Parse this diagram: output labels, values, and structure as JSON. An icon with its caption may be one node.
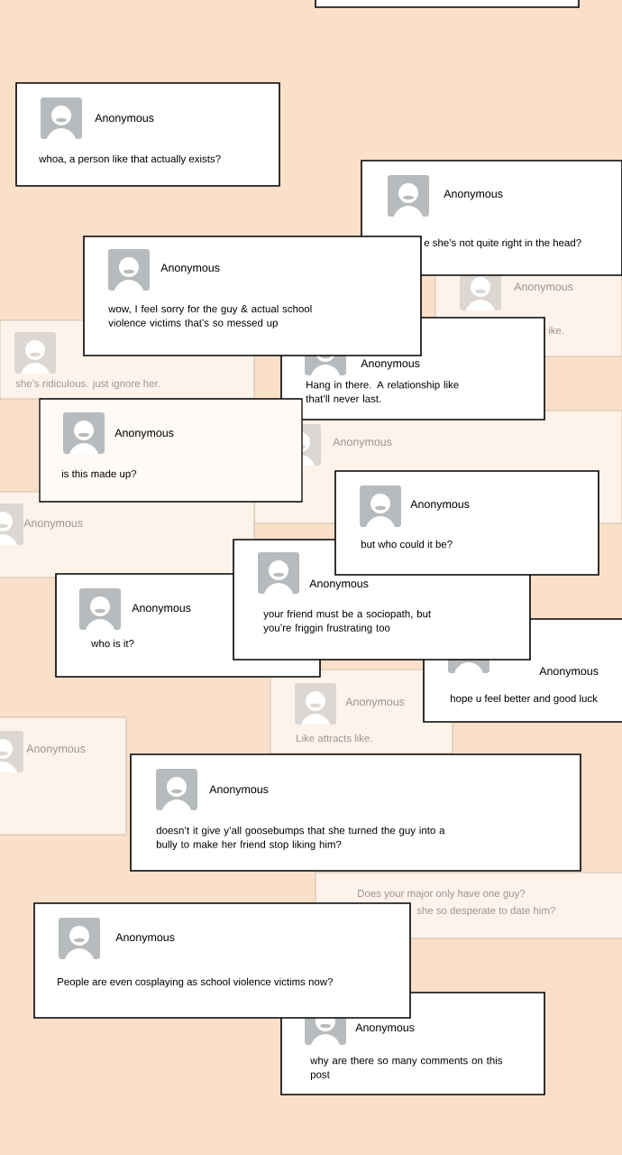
{
  "diagram": {
    "nodes": [
      {
        "text": [],
        "shape": "box"
      },
      {
        "text": [
          "Anonymous",
          "whoa, a person like that actually exists?"
        ]
      },
      {
        "text": [
          "Anonymous",
          "e she’s not quite right in the head?"
        ]
      },
      {
        "text": [
          "Anonymous",
          "ike."
        ]
      },
      {
        "text": [
          "Anonymous",
          "wow, I feel sorry for the guy & actual school violence victims that’s so messed up"
        ]
      },
      {
        "text": [
          "she’s ridiculous. just ignore her."
        ]
      },
      {
        "text": [
          "Anonymous",
          "Hang in there. A relationship like that’ll never last."
        ]
      },
      {
        "text": [
          "Anonymous",
          "is this made up?"
        ]
      },
      {
        "text": [
          "Anonymous"
        ]
      },
      {
        "text": [
          "Anonymous",
          "but who could it be?"
        ]
      },
      {
        "text": [
          "Anonymous"
        ]
      },
      {
        "text": [
          "Anonymous",
          "who is it?"
        ]
      },
      {
        "text": [
          "Anonymous",
          "your friend must be a sociopath, but you’re friggin frustrating too"
        ]
      },
      {
        "text": [
          "Anonymous",
          "hope u feel better and good luck"
        ]
      },
      {
        "text": [
          "Anonymous",
          "Like attracts like."
        ]
      },
      {
        "text": [
          "Anonymous"
        ]
      },
      {
        "text": [
          "Anonymous",
          "doesn’t it give y’all goosebumps that she turned the guy into a bully to make her friend stop liking him?"
        ]
      },
      {
        "text": [
          "Does your major only have one guy?",
          "she so desperate to date him?"
        ]
      },
      {
        "text": [
          "Anonymous",
          "People are even cosplaying as school violence victims now?"
        ]
      },
      {
        "text": [
          "Anonymous",
          "why are there so many comments on this post"
        ]
      }
    ]
  }
}
